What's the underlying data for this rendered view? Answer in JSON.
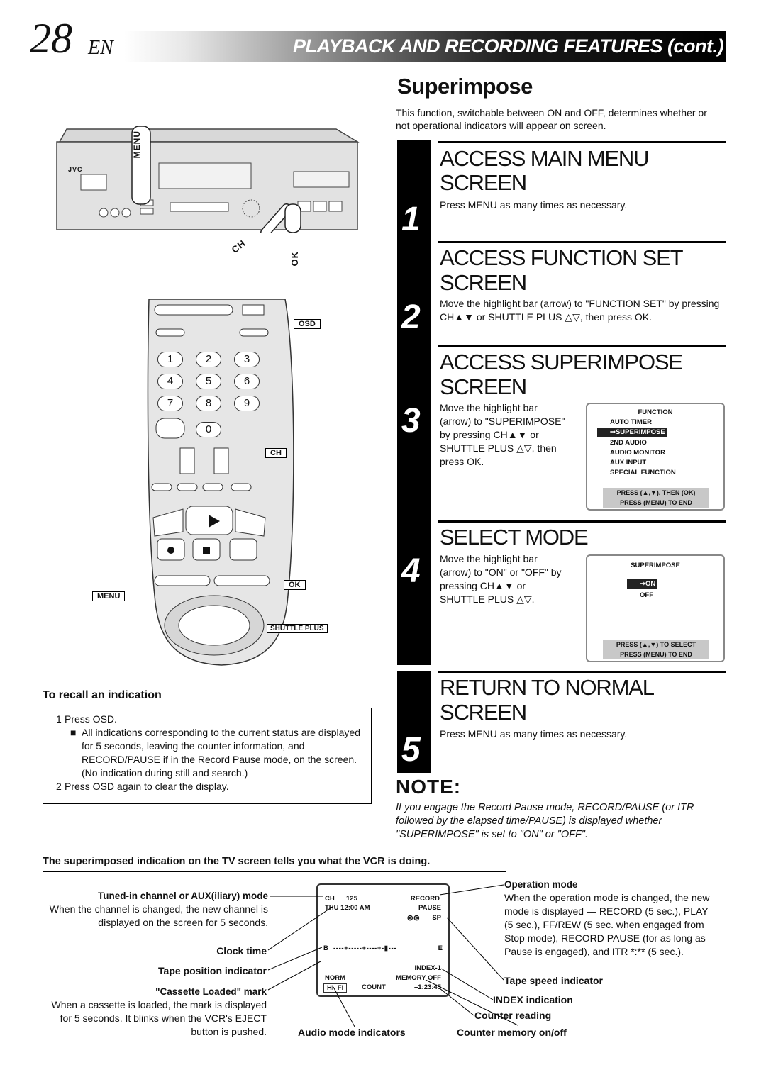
{
  "header": {
    "page_number": "28",
    "lang": "EN",
    "title": "PLAYBACK AND RECORDING FEATURES (cont.)"
  },
  "section": {
    "title": "Superimpose",
    "intro": "This function, switchable between ON and OFF, determines whether or not operational indicators will appear on screen."
  },
  "illustration": {
    "vcr_brand": "JVC",
    "menu_label": "MENU",
    "ch_label": "CH",
    "ok_label": "OK",
    "remote_osd": "OSD",
    "remote_ch": "CH",
    "remote_ok": "OK",
    "remote_menu": "MENU",
    "remote_shuttle": "SHUTTLE PLUS",
    "keys": [
      "1",
      "2",
      "3",
      "4",
      "5",
      "6",
      "7",
      "8",
      "9",
      "0"
    ]
  },
  "steps": [
    {
      "num": "1",
      "head1": "ACCESS MAIN MENU",
      "head2": "SCREEN",
      "text": "Press MENU as many times as necessary."
    },
    {
      "num": "2",
      "head1": "ACCESS FUNCTION SET",
      "head2": "SCREEN",
      "text": "Move the highlight bar (arrow) to \"FUNCTION SET\" by pressing CH▲▼ or SHUTTLE PLUS △▽, then press OK."
    },
    {
      "num": "3",
      "head1": "ACCESS SUPERIMPOSE",
      "head2": "SCREEN",
      "text_lines": [
        "Move the highlight bar",
        "(arrow) to \"SUPERIMPOSE\"",
        "by pressing CH▲▼ or",
        "SHUTTLE PLUS △▽, then",
        "press OK."
      ]
    },
    {
      "num": "4",
      "head1": "SELECT MODE",
      "text_lines": [
        "Move the highlight bar",
        "(arrow) to \"ON\" or \"OFF\" by",
        "pressing CH▲▼ or",
        "SHUTTLE PLUS △▽."
      ]
    },
    {
      "num": "5",
      "head1": "RETURN TO NORMAL",
      "head2": "SCREEN",
      "text": "Press MENU as many times as necessary."
    }
  ],
  "osd_function": {
    "title": "FUNCTION",
    "items": [
      "AUTO TIMER",
      "SUPERIMPOSE",
      "2ND AUDIO",
      "AUDIO MONITOR",
      "AUX INPUT",
      "SPECIAL FUNCTION"
    ],
    "selected": "SUPERIMPOSE",
    "foot1": "PRESS (▲,▼), THEN (OK)",
    "foot2": "PRESS (MENU) TO END"
  },
  "osd_superimpose": {
    "title": "SUPERIMPOSE",
    "items": [
      "ON",
      "OFF"
    ],
    "selected": "ON",
    "foot1": "PRESS (▲,▼) TO SELECT",
    "foot2": "PRESS (MENU) TO END"
  },
  "recall": {
    "title": "To recall an indication",
    "item1_num": "1",
    "item1": "Press OSD.",
    "bullet": "All indications corresponding to the current status are displayed for 5 seconds, leaving the counter information, and RECORD/PAUSE if in the Record Pause mode, on the screen. (No indication during still and search.)",
    "item2_num": "2",
    "item2": "Press OSD again to clear the display."
  },
  "note": {
    "title": "NOTE:",
    "text": "If you engage the Record Pause mode, RECORD/PAUSE (or ITR followed by the elapsed time/PAUSE) is displayed whether \"SUPERIMPOSE\" is set to \"ON\" or \"OFF\"."
  },
  "diagram": {
    "title": "The superimposed indication on the TV screen tells you what the VCR is doing.",
    "left": {
      "tuned_title": "Tuned-in channel or AUX(iliary) mode",
      "tuned_text": "When the channel is changed, the new channel is displayed on the screen for 5 seconds.",
      "clock": "Clock time",
      "tape_pos": "Tape position indicator",
      "cassette_title": "\"Cassette Loaded\" mark",
      "cassette_text": "When a cassette is loaded, the mark is displayed for 5 seconds. It blinks when the VCR's EJECT button is pushed."
    },
    "bottom": {
      "audio": "Audio mode indicators",
      "counter_mem": "Counter memory on/off"
    },
    "right": {
      "op_title": "Operation mode",
      "op_text": "When the operation mode is changed, the new mode is displayed — RECORD (5 sec.), PLAY (5 sec.), FF/REW (5 sec. when engaged from Stop mode), RECORD PAUSE (for as long as Pause is engaged), and ITR *:** (5 sec.).",
      "tape_speed": "Tape speed indicator",
      "index": "INDEX indication",
      "counter": "Counter reading"
    },
    "tv": {
      "ch": "CH",
      "ch_num": "125",
      "record": "RECORD",
      "day_time": "THU  12:00 AM",
      "pause": "PAUSE",
      "sp": "SP",
      "b": "B",
      "e": "E",
      "index": "INDEX-1",
      "norm": "NORM",
      "memory": "MEMORY OFF",
      "hifi": "HI–FI",
      "count": "COUNT",
      "counter": "–1:23:45"
    }
  }
}
